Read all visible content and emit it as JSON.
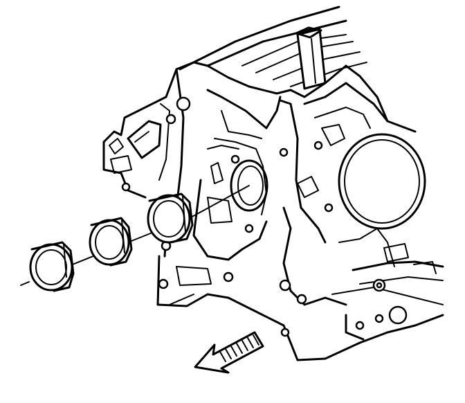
{
  "diagram": {
    "parts": [
      {
        "name": "engine-block",
        "icon": "engine-block-icon"
      },
      {
        "name": "camshaft-bearing",
        "count": 3,
        "icon": "bearing-ring-icon"
      },
      {
        "name": "installation-axis",
        "icon": "dashed-axis-icon"
      },
      {
        "name": "direction-arrow",
        "icon": "hatched-arrow-icon"
      }
    ],
    "colors": {
      "line": "#000000",
      "background": "#ffffff"
    }
  }
}
